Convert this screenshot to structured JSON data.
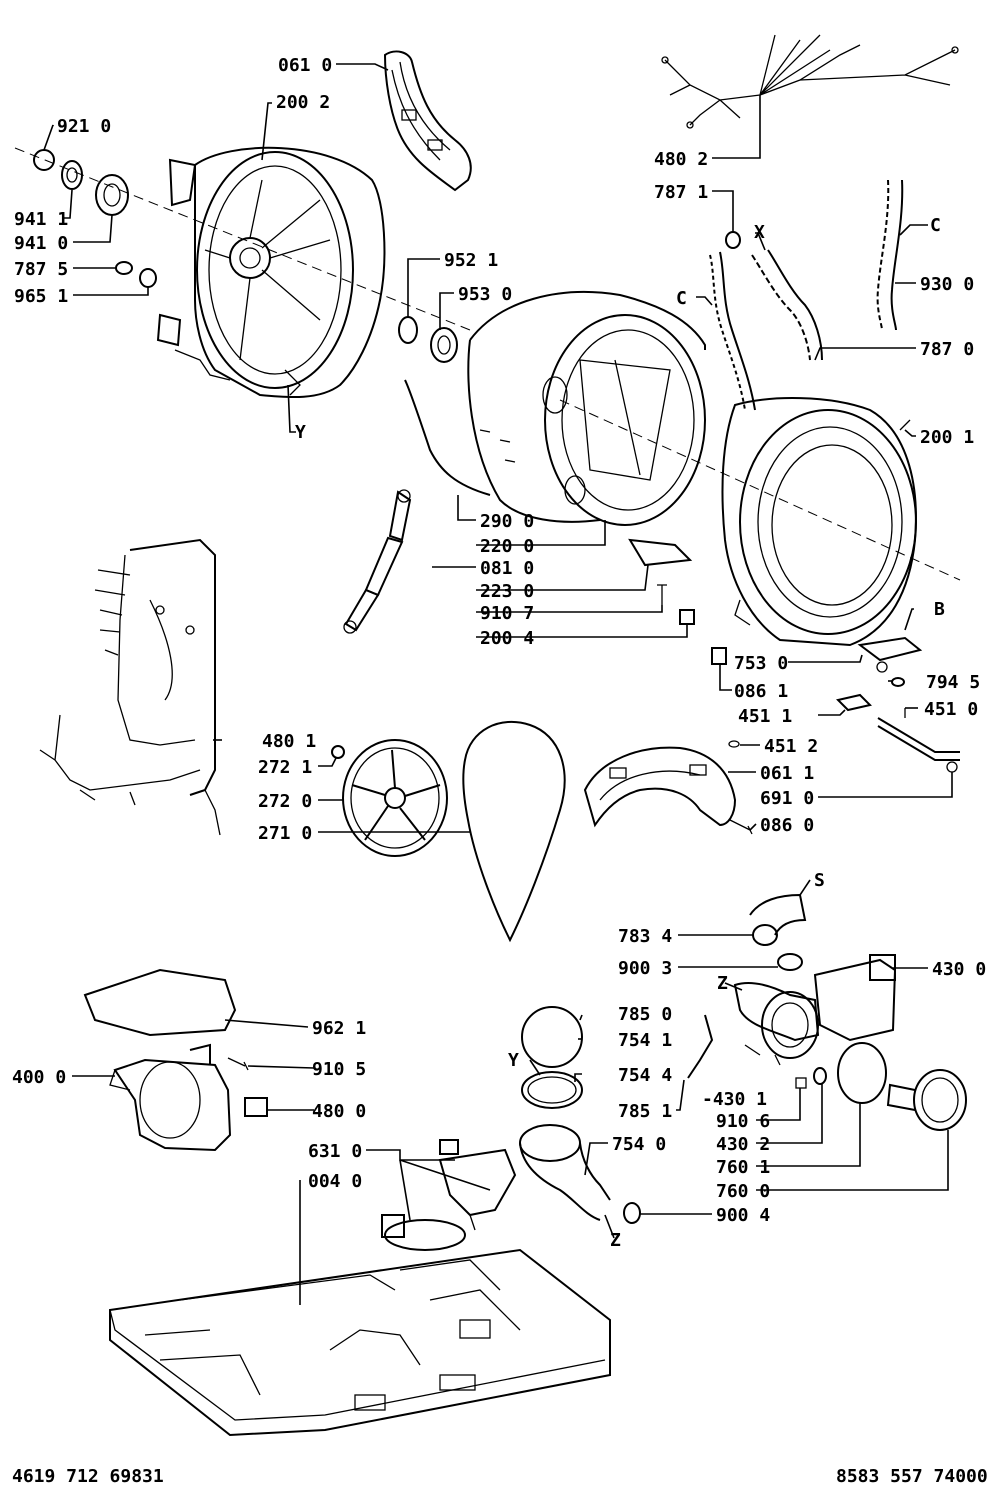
{
  "labels": [
    {
      "id": "p0610a",
      "text": "061 0"
    },
    {
      "id": "p2002",
      "text": "200 2"
    },
    {
      "id": "p9210",
      "text": "921 0"
    },
    {
      "id": "p9411",
      "text": "941 1"
    },
    {
      "id": "p9410",
      "text": "941 0"
    },
    {
      "id": "p7875",
      "text": "787 5"
    },
    {
      "id": "p9651",
      "text": "965 1"
    },
    {
      "id": "p9521",
      "text": "952 1"
    },
    {
      "id": "p9530",
      "text": "953 0"
    },
    {
      "id": "pY1",
      "text": "Y"
    },
    {
      "id": "p4802",
      "text": "480 2"
    },
    {
      "id": "p7871",
      "text": "787 1"
    },
    {
      "id": "pX",
      "text": "X"
    },
    {
      "id": "pC1",
      "text": "C"
    },
    {
      "id": "pC2",
      "text": "C"
    },
    {
      "id": "p9300",
      "text": "930 0"
    },
    {
      "id": "p7870",
      "text": "787 0"
    },
    {
      "id": "p2001",
      "text": "200 1"
    },
    {
      "id": "p2900",
      "text": "290 0"
    },
    {
      "id": "p2200",
      "text": "220 0"
    },
    {
      "id": "p0810",
      "text": "081 0"
    },
    {
      "id": "p2230",
      "text": "223 0"
    },
    {
      "id": "p9107",
      "text": "910 7"
    },
    {
      "id": "p2004",
      "text": "200 4"
    },
    {
      "id": "pB",
      "text": "B"
    },
    {
      "id": "p7530",
      "text": "753 0"
    },
    {
      "id": "p7945",
      "text": "794 5"
    },
    {
      "id": "p0861a",
      "text": "086 1"
    },
    {
      "id": "p4511",
      "text": "451 1"
    },
    {
      "id": "p4510",
      "text": "451 0"
    },
    {
      "id": "p4512",
      "text": "451 2"
    },
    {
      "id": "p4801",
      "text": "480 1"
    },
    {
      "id": "p2721",
      "text": "272 1"
    },
    {
      "id": "p0611",
      "text": "061 1"
    },
    {
      "id": "p6910",
      "text": "691 0"
    },
    {
      "id": "p2720",
      "text": "272 0"
    },
    {
      "id": "p0860",
      "text": "086 0"
    },
    {
      "id": "p2710",
      "text": "271 0"
    },
    {
      "id": "pS",
      "text": "S"
    },
    {
      "id": "p7834",
      "text": "783 4"
    },
    {
      "id": "p9003",
      "text": "900 3"
    },
    {
      "id": "p4300",
      "text": "430 0"
    },
    {
      "id": "pZ1",
      "text": "Z"
    },
    {
      "id": "p9621",
      "text": "962 1"
    },
    {
      "id": "p7850",
      "text": "785 0"
    },
    {
      "id": "p7541",
      "text": "754 1"
    },
    {
      "id": "p4000",
      "text": "400 0"
    },
    {
      "id": "p9105",
      "text": "910 5"
    },
    {
      "id": "pY2",
      "text": "Y"
    },
    {
      "id": "p7544",
      "text": "754 4"
    },
    {
      "id": "p4800",
      "text": "480 0"
    },
    {
      "id": "p7851",
      "text": "785 1"
    },
    {
      "id": "p4301",
      "text": "-430 1"
    },
    {
      "id": "p9106",
      "text": "910 6"
    },
    {
      "id": "p4302",
      "text": "430 2"
    },
    {
      "id": "p6310",
      "text": "631 0"
    },
    {
      "id": "p7540",
      "text": "754 0"
    },
    {
      "id": "p7601",
      "text": "760 1"
    },
    {
      "id": "p0040",
      "text": "004 0"
    },
    {
      "id": "p7600",
      "text": "760 0"
    },
    {
      "id": "p9004",
      "text": "900 4"
    },
    {
      "id": "pZ2",
      "text": "Z"
    }
  ],
  "footer": {
    "left": "4619 712 69831",
    "right": "8583 557 74000"
  }
}
